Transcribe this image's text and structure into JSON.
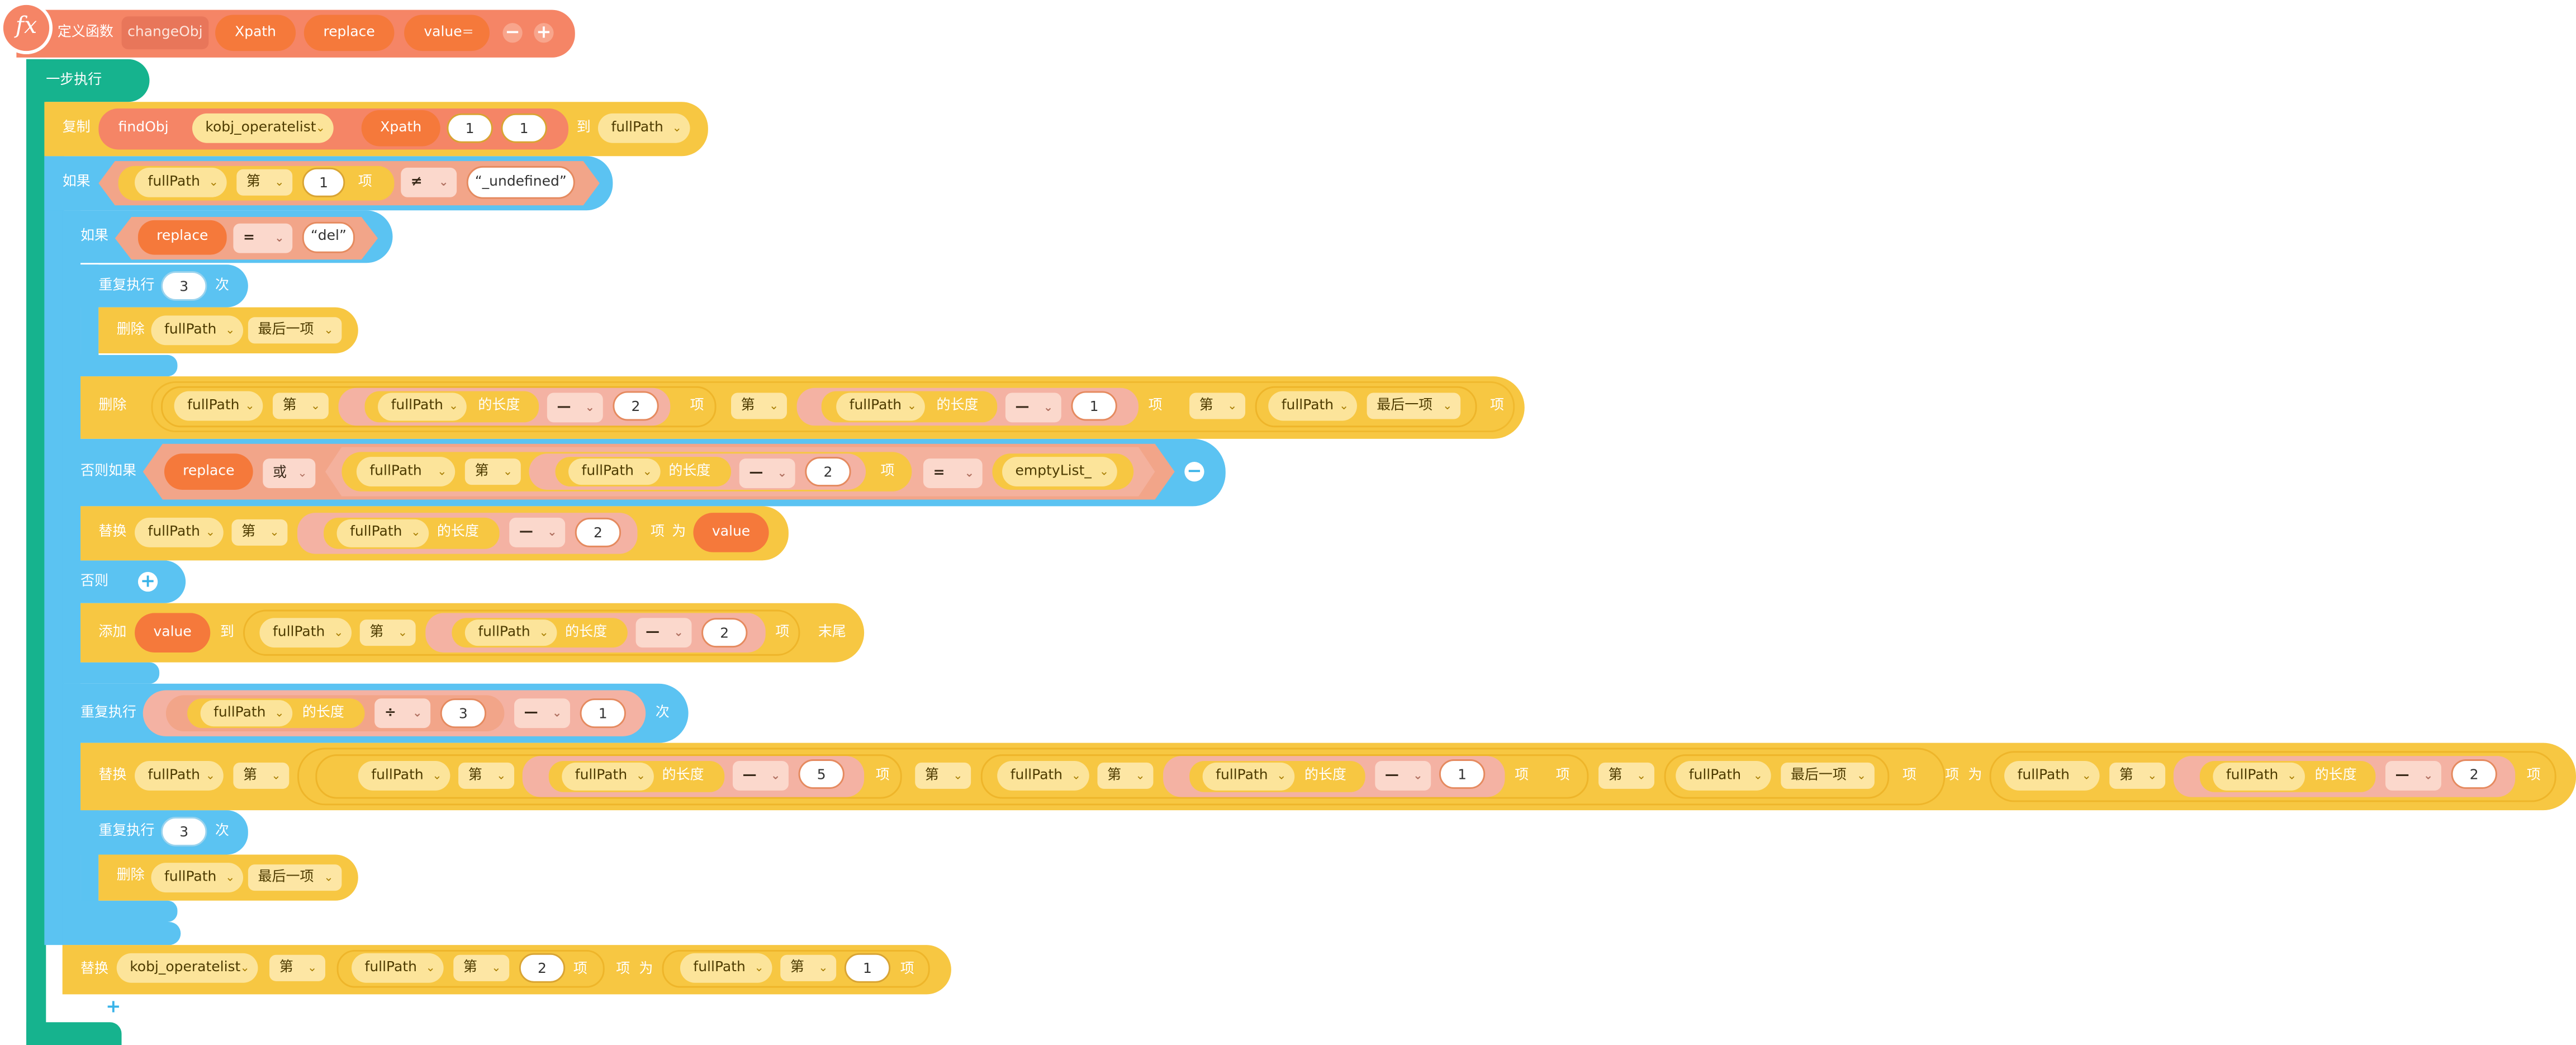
{
  "define": {
    "keyword": "定义函数",
    "name": "changeObj",
    "params": [
      "Xpath",
      "replace",
      "value"
    ],
    "value_suffix": "=",
    "fx_icon": "fx-icon",
    "minus_icon": "minus-icon",
    "plus_icon": "plus-icon"
  },
  "block1": {
    "keyword": "一步执行"
  },
  "copy": {
    "keyword": "复制",
    "func": "findObj",
    "list": "kobj_operatelist",
    "xpath": "Xpath",
    "n1": "1",
    "n2": "1",
    "to": "到",
    "target": "fullPath"
  },
  "if1": {
    "keyword": "如果",
    "var": "fullPath",
    "nth": "第",
    "n": "1",
    "item": "项",
    "op": "≠",
    "str": "“_undefined”"
  },
  "if2": {
    "keyword": "如果",
    "var": "replace",
    "op": "=",
    "str": "“del”"
  },
  "rep1": {
    "keyword": "重复执行",
    "n": "3",
    "times": "次"
  },
  "del1": {
    "keyword": "删除",
    "var": "fullPath",
    "opt": "最后一项"
  },
  "del2": {
    "keyword": "删除",
    "var": "fullPath",
    "nth": "第",
    "len": "的长度",
    "minus": "—",
    "n1": "2",
    "item": "项",
    "nth2": "第",
    "n2": "1",
    "item2": "项",
    "nth3": "第",
    "opt": "最后一项",
    "item3": "项"
  },
  "elseif": {
    "keyword": "否则如果",
    "var": "replace",
    "or": "或",
    "var2": "fullPath",
    "nth": "第",
    "len": "的长度",
    "minus": "—",
    "n": "2",
    "item": "项",
    "eq": "=",
    "empty": "emptyList_"
  },
  "repl1": {
    "keyword": "替换",
    "var": "fullPath",
    "nth": "第",
    "len": "的长度",
    "minus": "—",
    "n": "2",
    "item": "项",
    "as": "为",
    "val": "value"
  },
  "else": {
    "keyword": "否则"
  },
  "add": {
    "keyword": "添加",
    "val": "value",
    "to": "到",
    "var": "fullPath",
    "nth": "第",
    "len": "的长度",
    "minus": "—",
    "n": "2",
    "item": "项",
    "end": "末尾"
  },
  "rep2": {
    "keyword": "重复执行",
    "var": "fullPath",
    "len": "的长度",
    "div": "÷",
    "n1": "3",
    "minus": "—",
    "n2": "1",
    "times": "次"
  },
  "repl2": {
    "keyword": "替换",
    "var": "fullPath",
    "nth": "第",
    "len": "的长度",
    "minus": "—",
    "n1": "5",
    "item": "项",
    "n2": "1",
    "opt": "最后一项",
    "as": "为",
    "n3": "2"
  },
  "rep3": {
    "keyword": "重复执行",
    "n": "3",
    "times": "次"
  },
  "del3": {
    "keyword": "删除",
    "var": "fullPath",
    "opt": "最后一项"
  },
  "repl3": {
    "keyword": "替换",
    "list": "kobj_operatelist",
    "nth": "第",
    "var": "fullPath",
    "n1": "2",
    "item": "项",
    "as": "为",
    "n2": "1"
  },
  "colors": {
    "teal": "#16b38e",
    "yellow": "#f7c742",
    "blue": "#5bc3f2",
    "orange": "#f5793b",
    "define": "#f58566"
  }
}
